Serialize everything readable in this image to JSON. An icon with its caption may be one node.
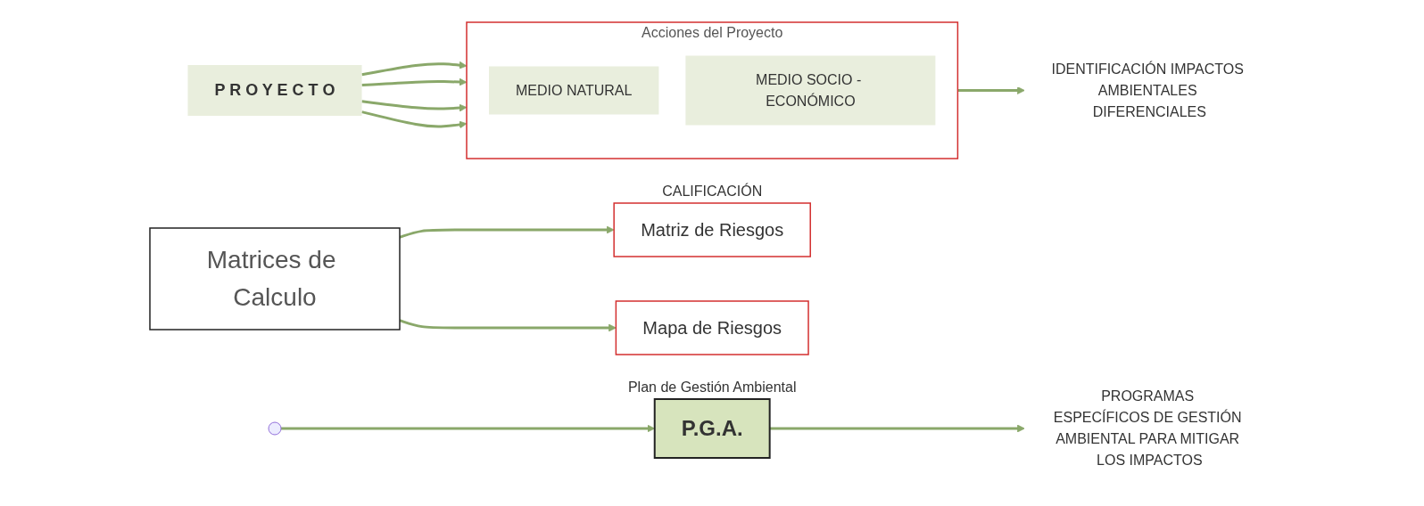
{
  "diagram": {
    "nodes": [
      {
        "text": [
          "P R O Y E C T O"
        ]
      },
      {
        "text": [
          "Acciones",
          "del",
          "Proyecto"
        ]
      },
      {
        "text": [
          "MEDIO NATURAL"
        ],
        "in": 1
      },
      {
        "text": [
          "MEDIO SOCIO - ECONÓMICO"
        ],
        "in": 1
      },
      {
        "text": [
          "IDENTIFICACIÓN IMPACTOS AMBIENTALES DIFERENCIALES"
        ]
      },
      {
        "text": [
          "Matrices de Calculo"
        ]
      },
      {
        "text": [
          "Matriz de Riesgos"
        ],
        "beside": [
          "CALIFICACIÓN"
        ]
      },
      {
        "text": [
          "Mapa de Riesgos"
        ]
      },
      {
        "text": [
          "P.G.A."
        ],
        "beside": [
          "Plan de Gestión Ambiental"
        ]
      },
      {
        "text": [
          "PROGRAMAS ESPECÍFICOS DE GESTIÓN AMBIENTAL PARA MITIGAR LOS IMPACTOS"
        ]
      }
    ],
    "edges": [
      {
        "from": 0,
        "to": 1,
        "arrow": "to"
      },
      {
        "from": 0,
        "to": 1,
        "arrow": "to"
      },
      {
        "from": 0,
        "to": 1,
        "arrow": "to"
      },
      {
        "from": 0,
        "to": 1,
        "arrow": "to"
      },
      {
        "from": 1,
        "to": 4,
        "arrow": "to"
      },
      {
        "from": 5,
        "to": 6,
        "arrow": "to"
      },
      {
        "from": 5,
        "to": 7,
        "arrow": "to"
      },
      {
        "from": null,
        "to": 8,
        "arrow": "to"
      },
      {
        "from": 8,
        "to": 9,
        "arrow": "to"
      }
    ]
  }
}
